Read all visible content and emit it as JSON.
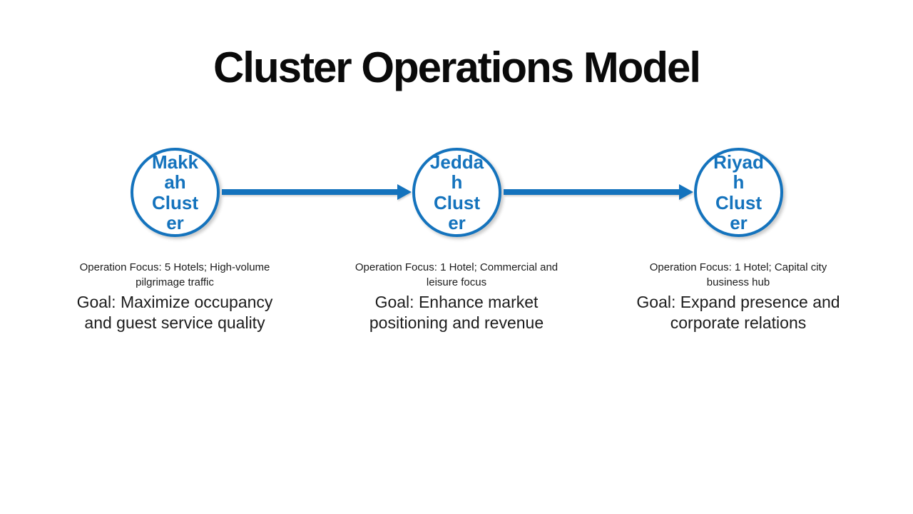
{
  "slide": {
    "title": "Cluster Operations Model",
    "background_color": "#ffffff",
    "accent_color": "#1473BD",
    "text_color": "#1c1c1c"
  },
  "diagram": {
    "type": "process-flow",
    "connectors": [
      {
        "from": "Makkah Cluster",
        "to": "Jeddah Cluster",
        "style": "right-arrow"
      },
      {
        "from": "Jeddah Cluster",
        "to": "Riyadh Cluster",
        "style": "right-arrow"
      }
    ]
  },
  "clusters": [
    {
      "name": "Makkah Cluster",
      "circle_label": "Makk\nah\nClust\ner",
      "operation_focus": "Operation Focus: 5 Hotels; High-volume\npilgrimage traffic",
      "goal": "Goal: Maximize occupancy\nand guest service quality"
    },
    {
      "name": "Jeddah Cluster",
      "circle_label": "Jedda\nh\nClust\ner",
      "operation_focus": "Operation Focus: 1 Hotel; Commercial and\nleisure focus",
      "goal": "Goal: Enhance market\npositioning and revenue"
    },
    {
      "name": "Riyadh Cluster",
      "circle_label": "Riyad\nh\nClust\ner",
      "operation_focus": "Operation Focus: 1 Hotel; Capital city\nbusiness hub",
      "goal": "Goal: Expand presence and\ncorporate relations"
    }
  ]
}
